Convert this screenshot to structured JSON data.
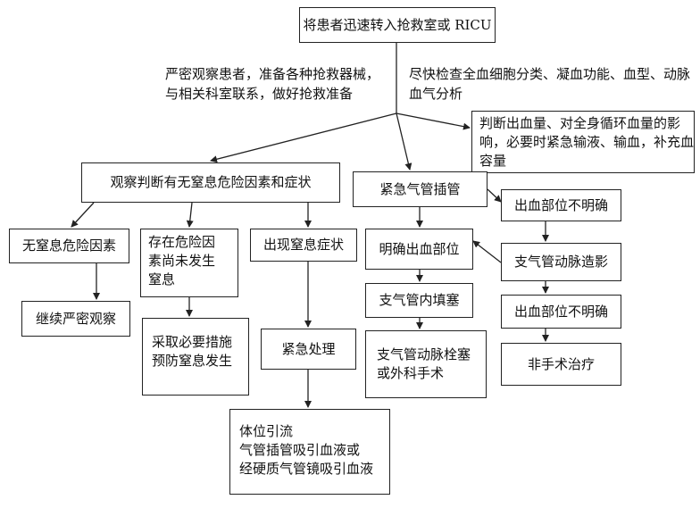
{
  "nodes": {
    "top": "将患者迅速转入抢救室或 RICU",
    "observe_judge": "观察判断有无窒息危险因素和症状",
    "no_risk": "无窒息危险因素",
    "continue_obs": "继续严密观察",
    "risk_not_yet": [
      "存在危险因",
      "素尚未发生",
      "窒息"
    ],
    "prevent": [
      "采取必要措施",
      "预防窒息发生"
    ],
    "symptoms": "出现窒息症状",
    "emergency": "紧急处理",
    "positional": [
      "体位引流",
      "气管插管吸引血液或",
      "经硬质气管镜吸引血液"
    ],
    "intubation": "紧急气管插管",
    "locate": "明确出血部位",
    "balloon": "支气管内填塞",
    "embolization": [
      "支气管动脉栓塞",
      "或外科手术"
    ],
    "unclear1": "出血部位不明确",
    "angiography": "支气管动脉造影",
    "unclear2": "出血部位不明确",
    "nonsurgical": "非手术治疗",
    "assess_volume": [
      "判断出血量、对全身循环血量的影",
      "响，必要时紧急输液、输血，补充血",
      "容量"
    ]
  },
  "notes": {
    "left": [
      "严密观察患者，准备各种抢救器械，",
      "与相关科室联系，做好抢救准备"
    ],
    "right": [
      "尽快检查全血细胞分类、凝血功能、血型、动脉",
      "血气分析"
    ]
  }
}
